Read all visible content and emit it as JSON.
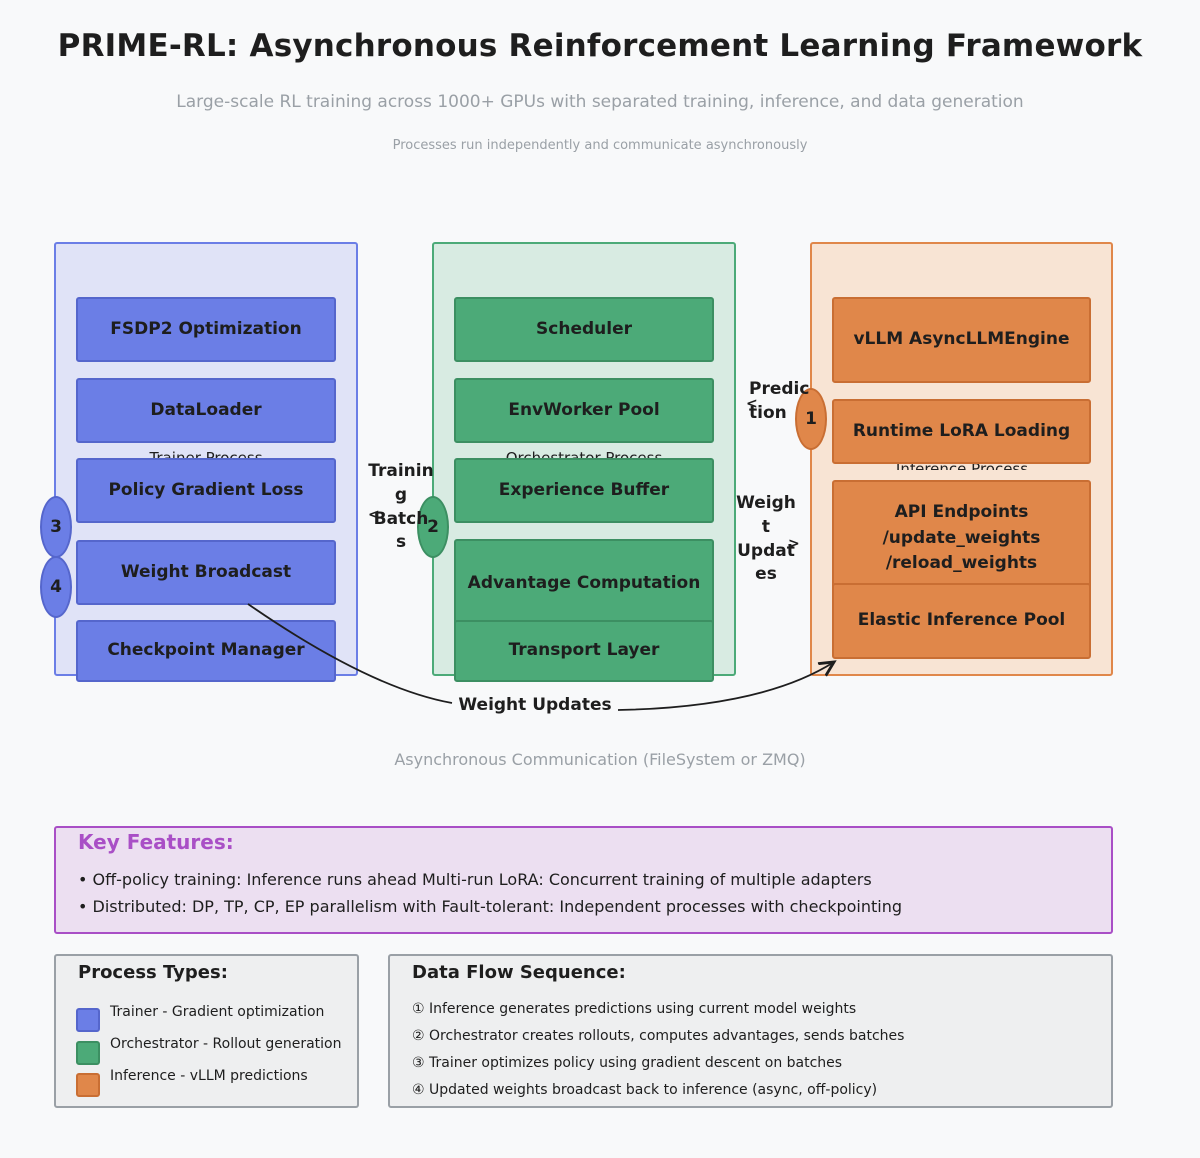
{
  "title": "PRIME-RL: Asynchronous Reinforcement Learning Framework",
  "subtitle": "Large-scale RL training across 1000+ GPUs with separated training, inference, and data generation",
  "note": "Processes run independently and communicate asynchronously",
  "colors": {
    "trainer": "#6b7ee6",
    "orchestrator": "#4caa78",
    "inference": "#e0874a",
    "key_features_accent": "#a94fc6",
    "muted_text": "#9aa0a6"
  },
  "trainer": {
    "label": "Trainer Process",
    "nodes": [
      "FSDP2 Optimization",
      "DataLoader",
      "Policy Gradient Loss",
      "Weight Broadcast",
      "Checkpoint Manager"
    ]
  },
  "orchestrator": {
    "label": "Orchestrator Process",
    "nodes": [
      "Scheduler",
      "EnvWorker Pool",
      "Experience Buffer",
      "Advantage Computation",
      "Transport Layer"
    ]
  },
  "inference": {
    "label": "Inference Process",
    "nodes": [
      "vLLM AsyncLLMEngine",
      "Runtime LoRA Loading",
      "API Endpoints\n/update_weights\n/reload_weights",
      "Elastic Inference Pool"
    ]
  },
  "badges": [
    "1",
    "2",
    "3",
    "4"
  ],
  "edges": {
    "predictions": "Predic\ntion",
    "training_batches": "Trainin\ng\nBatch\ns",
    "weight_updates_short": "Weigh\nt\nUpdat\nes",
    "weight_updates": "Weight Updates"
  },
  "communication": "Asynchronous Communication (FileSystem or ZMQ)",
  "key_features": {
    "title": "Key Features:",
    "lines": [
      "• Off-policy training: Inference runs ahead Multi-run LoRA: Concurrent training of multiple adapters",
      "• Distributed: DP, TP, CP, EP parallelism with Fault-tolerant: Independent processes with checkpointing"
    ]
  },
  "legend": {
    "title": "Process Types:",
    "items": [
      {
        "label": "Trainer - Gradient optimization",
        "color": "#6b7ee6"
      },
      {
        "label": "Orchestrator - Rollout generation",
        "color": "#4caa78"
      },
      {
        "label": "Inference - vLLM predictions",
        "color": "#e0874a"
      }
    ]
  },
  "data_flow": {
    "title": "Data Flow Sequence:",
    "steps": [
      "① Inference generates predictions using current model weights",
      "② Orchestrator creates rollouts, computes advantages, sends batches",
      "③ Trainer optimizes policy using gradient descent on batches",
      "④ Updated weights broadcast back to inference (async, off-policy)"
    ]
  }
}
